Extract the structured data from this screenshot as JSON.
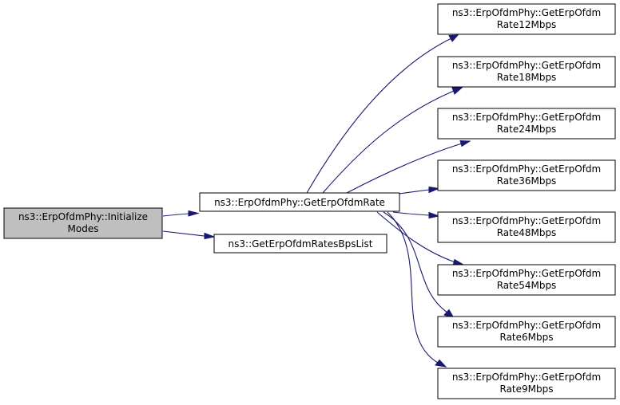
{
  "colors": {
    "edge": "#191970",
    "root_fill": "#bfbfbf",
    "node_fill": "#ffffff",
    "border": "#000000"
  },
  "nodes": {
    "root": {
      "lines": [
        "ns3::ErpOfdmPhy::Initialize",
        "Modes"
      ]
    },
    "getrate": {
      "lines": [
        "ns3::ErpOfdmPhy::GetErpOfdmRate"
      ]
    },
    "bpslist": {
      "lines": [
        "ns3::GetErpOfdmRatesBpsList"
      ]
    },
    "r12": {
      "lines": [
        "ns3::ErpOfdmPhy::GetErpOfdm",
        "Rate12Mbps"
      ]
    },
    "r18": {
      "lines": [
        "ns3::ErpOfdmPhy::GetErpOfdm",
        "Rate18Mbps"
      ]
    },
    "r24": {
      "lines": [
        "ns3::ErpOfdmPhy::GetErpOfdm",
        "Rate24Mbps"
      ]
    },
    "r36": {
      "lines": [
        "ns3::ErpOfdmPhy::GetErpOfdm",
        "Rate36Mbps"
      ]
    },
    "r48": {
      "lines": [
        "ns3::ErpOfdmPhy::GetErpOfdm",
        "Rate48Mbps"
      ]
    },
    "r54": {
      "lines": [
        "ns3::ErpOfdmPhy::GetErpOfdm",
        "Rate54Mbps"
      ]
    },
    "r6": {
      "lines": [
        "ns3::ErpOfdmPhy::GetErpOfdm",
        "Rate6Mbps"
      ]
    },
    "r9": {
      "lines": [
        "ns3::ErpOfdmPhy::GetErpOfdm",
        "Rate9Mbps"
      ]
    }
  },
  "edges": [
    {
      "from": "root",
      "to": "getrate"
    },
    {
      "from": "root",
      "to": "bpslist"
    },
    {
      "from": "getrate",
      "to": "r12"
    },
    {
      "from": "getrate",
      "to": "r18"
    },
    {
      "from": "getrate",
      "to": "r24"
    },
    {
      "from": "getrate",
      "to": "r36"
    },
    {
      "from": "getrate",
      "to": "r48"
    },
    {
      "from": "getrate",
      "to": "r54"
    },
    {
      "from": "getrate",
      "to": "r6"
    },
    {
      "from": "getrate",
      "to": "r9"
    }
  ]
}
